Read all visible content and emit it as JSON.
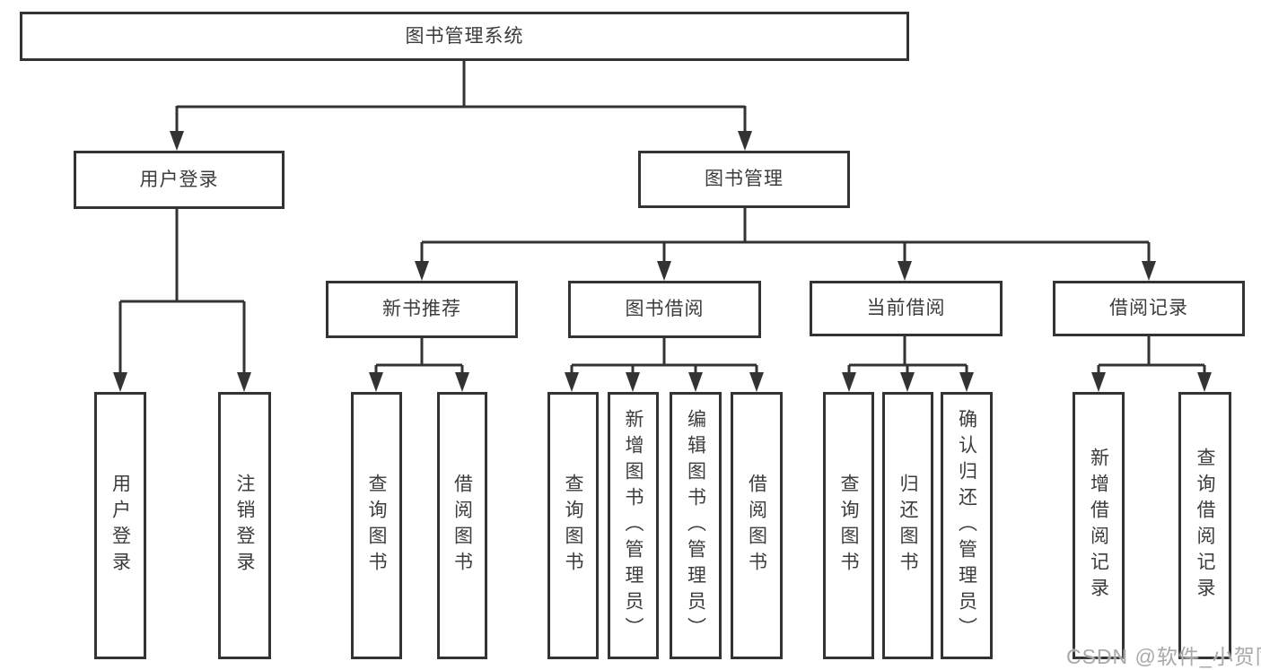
{
  "tree": {
    "root": {
      "label": "图书管理系统"
    },
    "branches": [
      {
        "label": "用户登录",
        "children": [
          {
            "label": "用户登录"
          },
          {
            "label": "注销登录"
          }
        ]
      },
      {
        "label": "图书管理",
        "children": [
          {
            "label": "新书推荐",
            "children": [
              {
                "label": "查询图书"
              },
              {
                "label": "借阅图书"
              }
            ]
          },
          {
            "label": "图书借阅",
            "children": [
              {
                "label": "查询图书"
              },
              {
                "label": "新增图书（管理员）"
              },
              {
                "label": "编辑图书（管理员）"
              },
              {
                "label": "借阅图书"
              }
            ]
          },
          {
            "label": "当前借阅",
            "children": [
              {
                "label": "查询图书"
              },
              {
                "label": "归还图书"
              },
              {
                "label": "确认归还（管理员）"
              }
            ]
          },
          {
            "label": "借阅记录",
            "children": [
              {
                "label": "新增借阅记录"
              },
              {
                "label": "查询借阅记录"
              }
            ]
          }
        ]
      }
    ]
  },
  "watermark": {
    "text": "CSDN @软件_小贺同学"
  },
  "colors": {
    "line": "#333333",
    "text": "#3c3c3c",
    "box_background": "#ffffff",
    "watermark": "#a9a9a9"
  }
}
